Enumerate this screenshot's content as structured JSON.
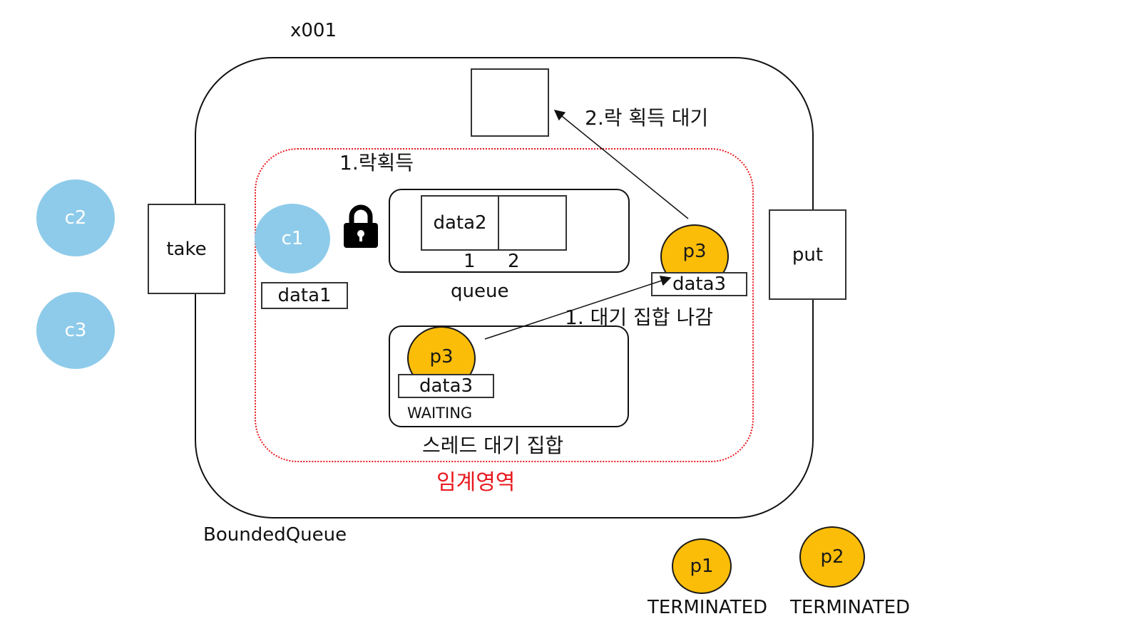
{
  "object_id": "x001",
  "class_name": "BoundedQueue",
  "methods": {
    "take": "take",
    "put": "put"
  },
  "critical_section": {
    "label": "임계영역",
    "color": "#e8181e"
  },
  "lock_step_label": "1.락획득",
  "wait_for_lock_label": "2.락 획득 대기",
  "exit_wait_set_label": "1. 대기 집합 나감",
  "queue": {
    "label": "queue",
    "slots": [
      "data2",
      ""
    ],
    "indices": [
      "1",
      "2"
    ]
  },
  "wait_set": {
    "label": "스레드 대기 집합",
    "thread": "p3",
    "thread_data": "data3",
    "state": "WAITING"
  },
  "consumers": {
    "c1": {
      "name": "c1",
      "data": "data1"
    },
    "c2": {
      "name": "c2"
    },
    "c3": {
      "name": "c3"
    }
  },
  "producer_active": {
    "name": "p3",
    "data": "data3"
  },
  "producers_done": [
    {
      "name": "p1",
      "state": "TERMINATED"
    },
    {
      "name": "p2",
      "state": "TERMINATED"
    }
  ],
  "icons": {
    "lock": "lock-icon"
  },
  "colors": {
    "consumer": "#8ecbea",
    "producer": "#fbbd08"
  }
}
